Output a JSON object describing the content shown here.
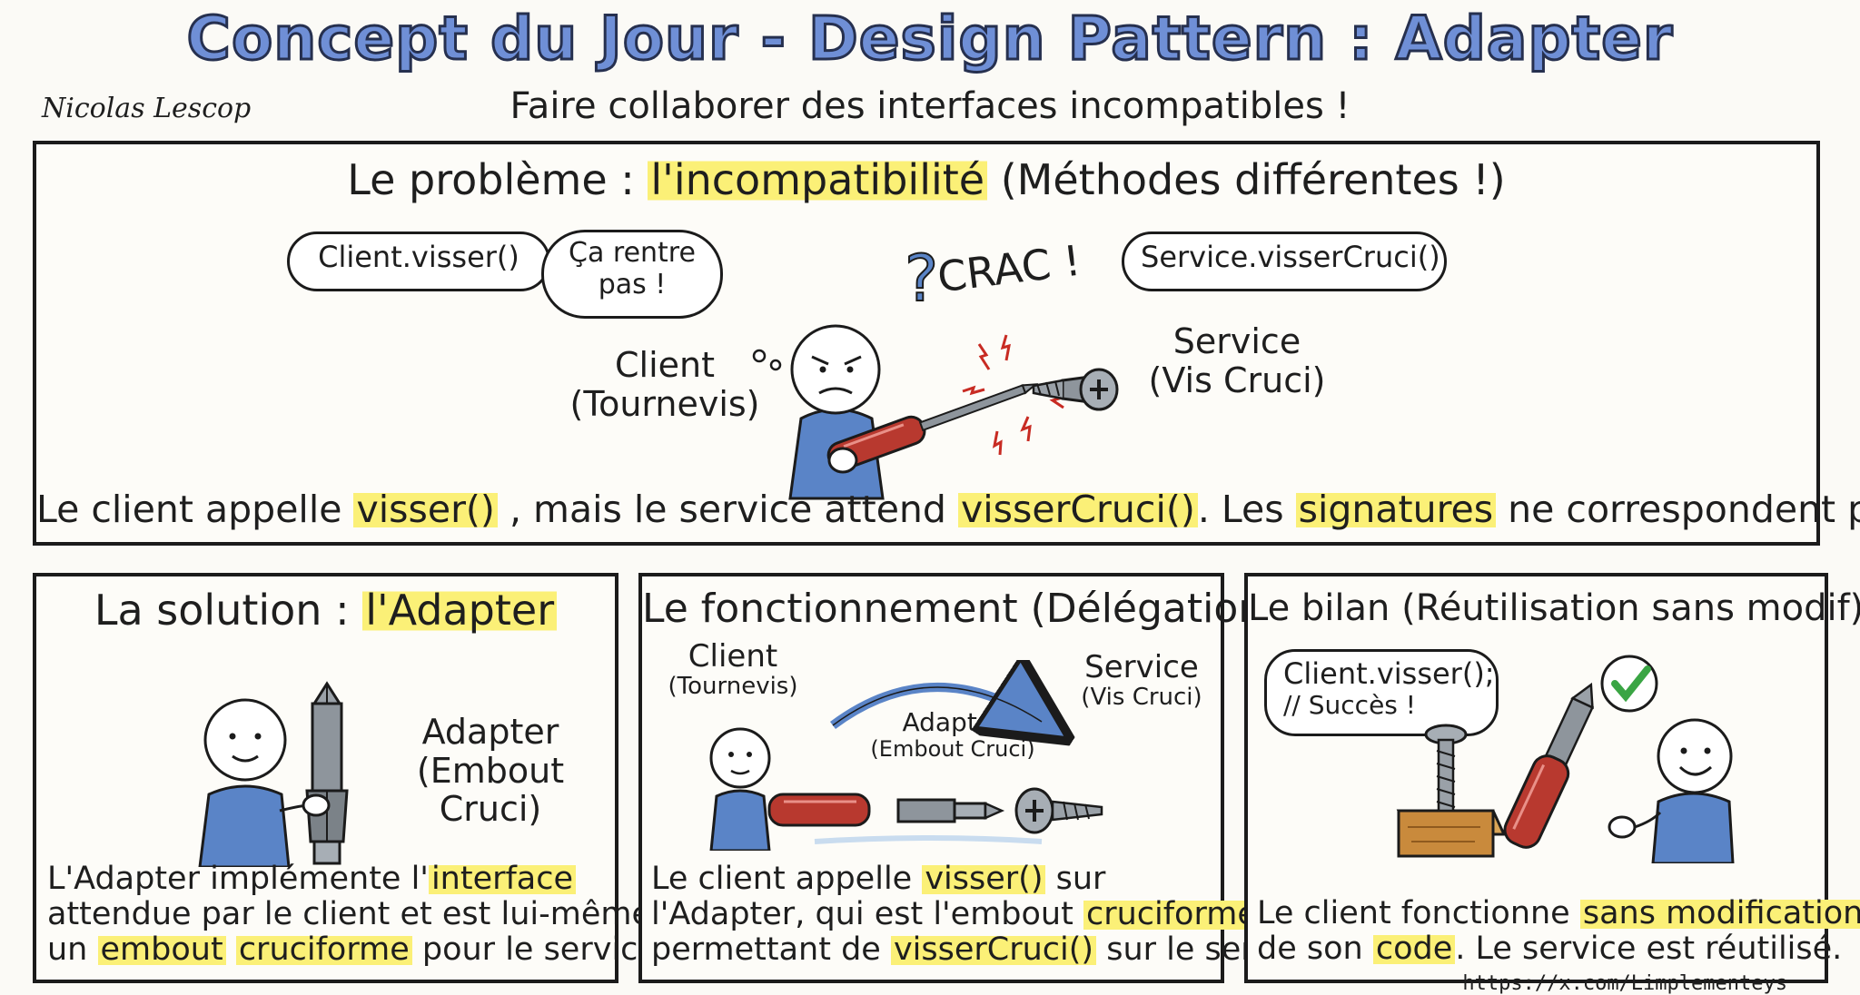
{
  "header": {
    "title": "Concept du Jour - Design Pattern : Adapter",
    "subtitle": "Faire collaborer des interfaces incompatibles !",
    "author": "Nicolas Lescop"
  },
  "problem": {
    "title_prefix": "Le problème : ",
    "title_highlight": "l'incompatibilité",
    "title_suffix": " (Méthodes différentes !)",
    "client_call": "Client.visser()",
    "thought_line1": "Ça rentre",
    "thought_line2": "pas !",
    "sound": "CRAC !",
    "service_call": "Service.visserCruci()",
    "client_label": "Client",
    "client_sub": "(Tournevis)",
    "service_label": "Service",
    "service_sub": "(Vis Cruci)",
    "caption": {
      "p1": "Le client appelle ",
      "h1": "visser()",
      "p2": " , mais le service attend ",
      "h2": "visserCruci()",
      "p3": ". Les ",
      "h3": "signatures",
      "p4": " ne correspondent pas !"
    }
  },
  "solution": {
    "title_prefix": "La solution : ",
    "title_highlight": "l'Adapter",
    "label": "Adapter",
    "sub": "(Embout Cruci)",
    "caption": {
      "l1_a": "L'Adapter implémente l'",
      "l1_h": "interface",
      "l2": "attendue par le client et est lui-même",
      "l3_a": "un ",
      "l3_h1": "embout",
      "l3_b": " ",
      "l3_h2": "cruciforme",
      "l3_c": " pour le service."
    }
  },
  "mechanism": {
    "title": "Le fonctionnement (Délégation)",
    "client_label": "Client",
    "client_sub": "(Tournevis)",
    "adapter_label": "Adapter",
    "adapter_sub": "(Embout Cruci)",
    "service_label": "Service",
    "service_sub": "(Vis Cruci)",
    "caption": {
      "l1_a": "Le client appelle ",
      "l1_h": "visser()",
      "l1_b": " sur",
      "l2_a": "l'Adapter, qui est l'embout ",
      "l2_h": "cruciforme",
      "l3_a": "permettant de ",
      "l3_h": "visserCruci()",
      "l3_b": " sur le service."
    }
  },
  "outcome": {
    "title": "Le bilan (Réutilisation sans modif)",
    "bubble_line1": "Client.visser();",
    "bubble_line2": "// Succès !",
    "caption": {
      "l1_a": "Le client fonctionne ",
      "l1_h": "sans modification",
      "l2_a": "de son ",
      "l2_h": "code",
      "l2_b": ". Le service est réutilisé."
    }
  },
  "footer": {
    "url": "https://x.com/Limplementeys"
  },
  "colors": {
    "title_fill": "#6f8fd6",
    "highlight": "#fbf077",
    "shirt": "#5a84c7",
    "handle_red": "#b8392f",
    "metal": "#8e959c",
    "check_green": "#3aa544"
  }
}
